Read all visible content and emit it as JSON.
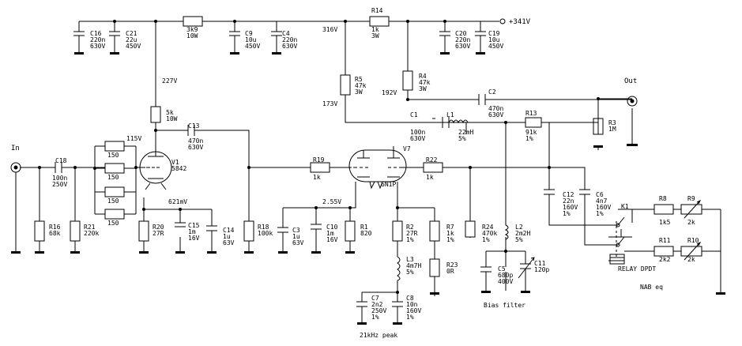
{
  "terminals": {
    "in": "In",
    "out": "Out",
    "supply": "+341V"
  },
  "nodes": {
    "v316": "316V",
    "v227": "227V",
    "v115": "115V",
    "v173": "173V",
    "v192": "192V",
    "v621m": "621mV",
    "v255": "2.55V"
  },
  "tubes": {
    "v1": [
      "V1",
      "5842"
    ],
    "v7": [
      "V7",
      "6N1P"
    ]
  },
  "components": {
    "C16": [
      "C16",
      "220n",
      "630V"
    ],
    "C21": [
      "C21",
      "22u",
      "450V"
    ],
    "R3k9": [
      "3k9",
      "10W"
    ],
    "C9": [
      "C9",
      "10u",
      "450V"
    ],
    "C4": [
      "C4",
      "220n",
      "630V"
    ],
    "R14": [
      "R14",
      "1k",
      "3W"
    ],
    "C20": [
      "C20",
      "220n",
      "630V"
    ],
    "C19": [
      "C19",
      "10u",
      "450V"
    ],
    "R5": [
      "R5",
      "47k",
      "3W"
    ],
    "R4": [
      "R4",
      "47k",
      "3W"
    ],
    "C2": [
      "C2",
      "470n",
      "630V"
    ],
    "R5k": [
      "5k",
      "10W"
    ],
    "C13": [
      "C13",
      "470n",
      "630V"
    ],
    "C1": [
      "C1",
      "100n",
      "630V"
    ],
    "L1": [
      "L1",
      "22mH",
      "5%"
    ],
    "R13": [
      "R13",
      "91k",
      "1%"
    ],
    "R3": [
      "R3",
      "1M"
    ],
    "C18": [
      "C18",
      "100n",
      "250V"
    ],
    "R150": [
      "150",
      "150",
      "150",
      "150"
    ],
    "R19": [
      "R19",
      "1k"
    ],
    "R22": [
      "R22",
      "1k"
    ],
    "C12": [
      "C12",
      "22n",
      "160V",
      "1%"
    ],
    "C6": [
      "C6",
      "4n7",
      "160V",
      "1%"
    ],
    "R16": [
      "R16",
      "68k"
    ],
    "R21": [
      "R21",
      "220k"
    ],
    "R20": [
      "R20",
      "27R"
    ],
    "C15": [
      "C15",
      "1m",
      "16V"
    ],
    "C14": [
      "C14",
      "1u",
      "63V"
    ],
    "R18": [
      "R18",
      "100k"
    ],
    "C3": [
      "C3",
      "1u",
      "63V"
    ],
    "C10": [
      "C10",
      "1m",
      "16V"
    ],
    "R1": [
      "R1",
      "820"
    ],
    "R2": [
      "R2",
      "27R",
      "1%"
    ],
    "R7": [
      "R7",
      "1k",
      "1%"
    ],
    "R24": [
      "R24",
      "470k",
      "1%"
    ],
    "L2": [
      "L2",
      "2m2H",
      "5%"
    ],
    "R23": [
      "R23",
      "0R"
    ],
    "L3": [
      "L3",
      "4m7H",
      "5%"
    ],
    "C7": [
      "C7",
      "2n2",
      "250V",
      "1%"
    ],
    "C8": [
      "C8",
      "10n",
      "160V",
      "1%"
    ],
    "C5": [
      "C5",
      "680p",
      "400V"
    ],
    "C11": [
      "C11",
      "120p"
    ],
    "K1": [
      "K1"
    ],
    "R8": [
      "R8",
      "1k5"
    ],
    "R9": [
      "R9",
      "2k"
    ],
    "R11": [
      "R11",
      "2k2"
    ],
    "R10": [
      "R10",
      "2k"
    ]
  },
  "notes": {
    "relay": "RELAY DPDT",
    "nab": "NAB eq",
    "bias": "Bias filter",
    "peak": "21kHz peak"
  }
}
